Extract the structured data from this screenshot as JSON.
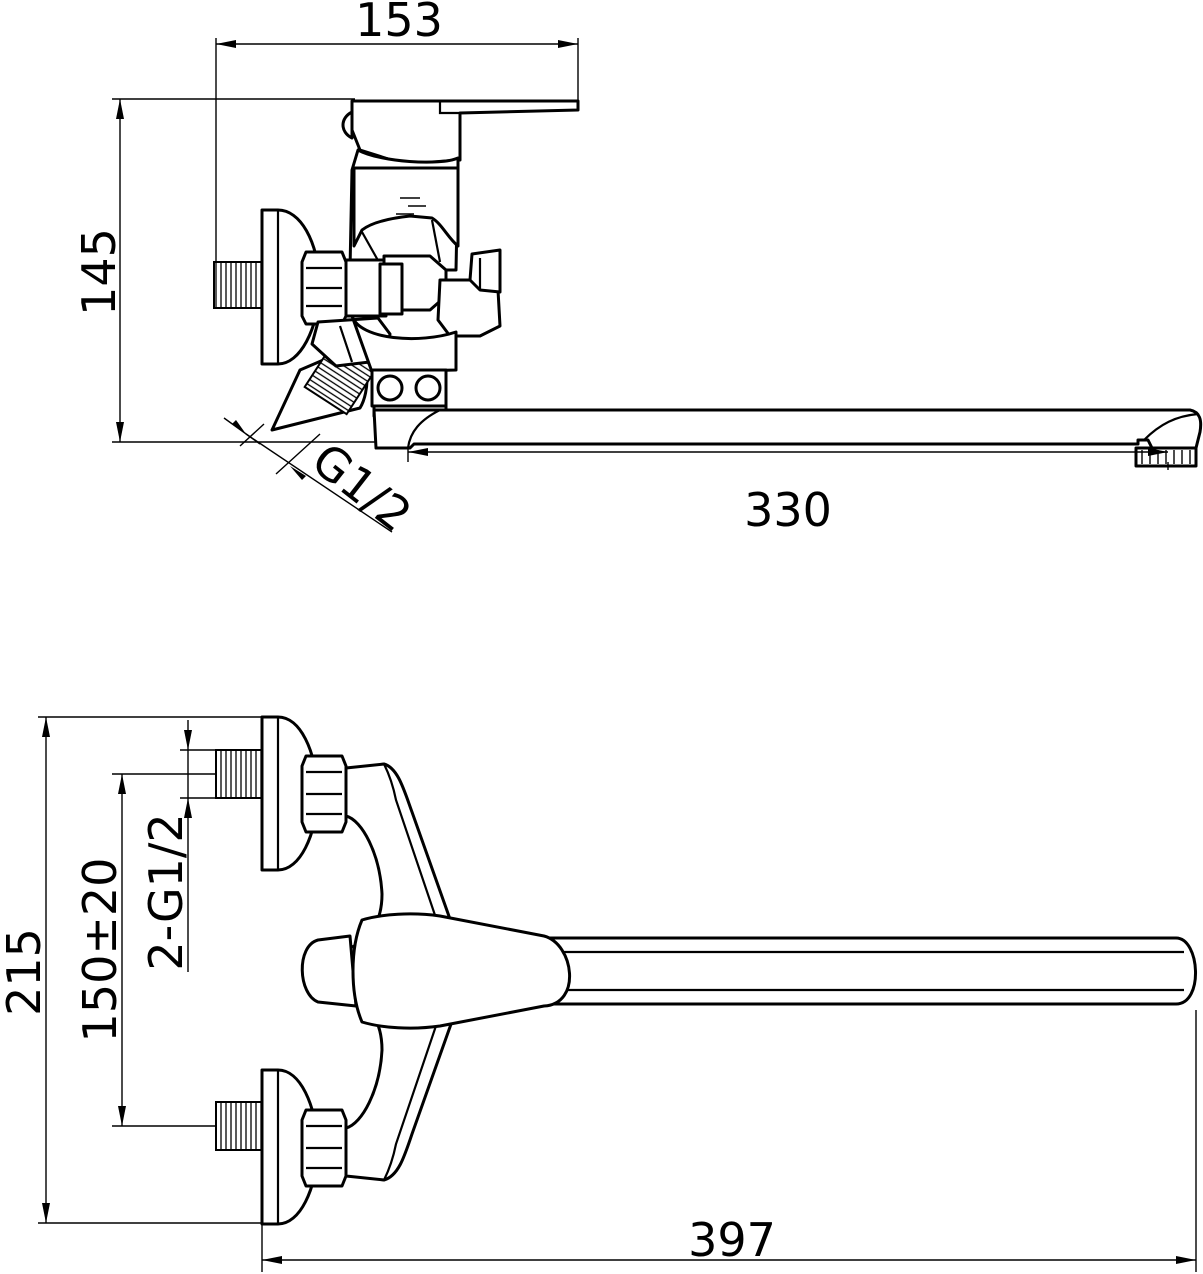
{
  "dimensions": {
    "top_width": "153",
    "height": "145",
    "spout_length": "330",
    "thread_angled": "G1/2",
    "total_height": "215",
    "center_distance": "150±20",
    "thread_pair": "2-G1/2",
    "total_length": "397"
  }
}
